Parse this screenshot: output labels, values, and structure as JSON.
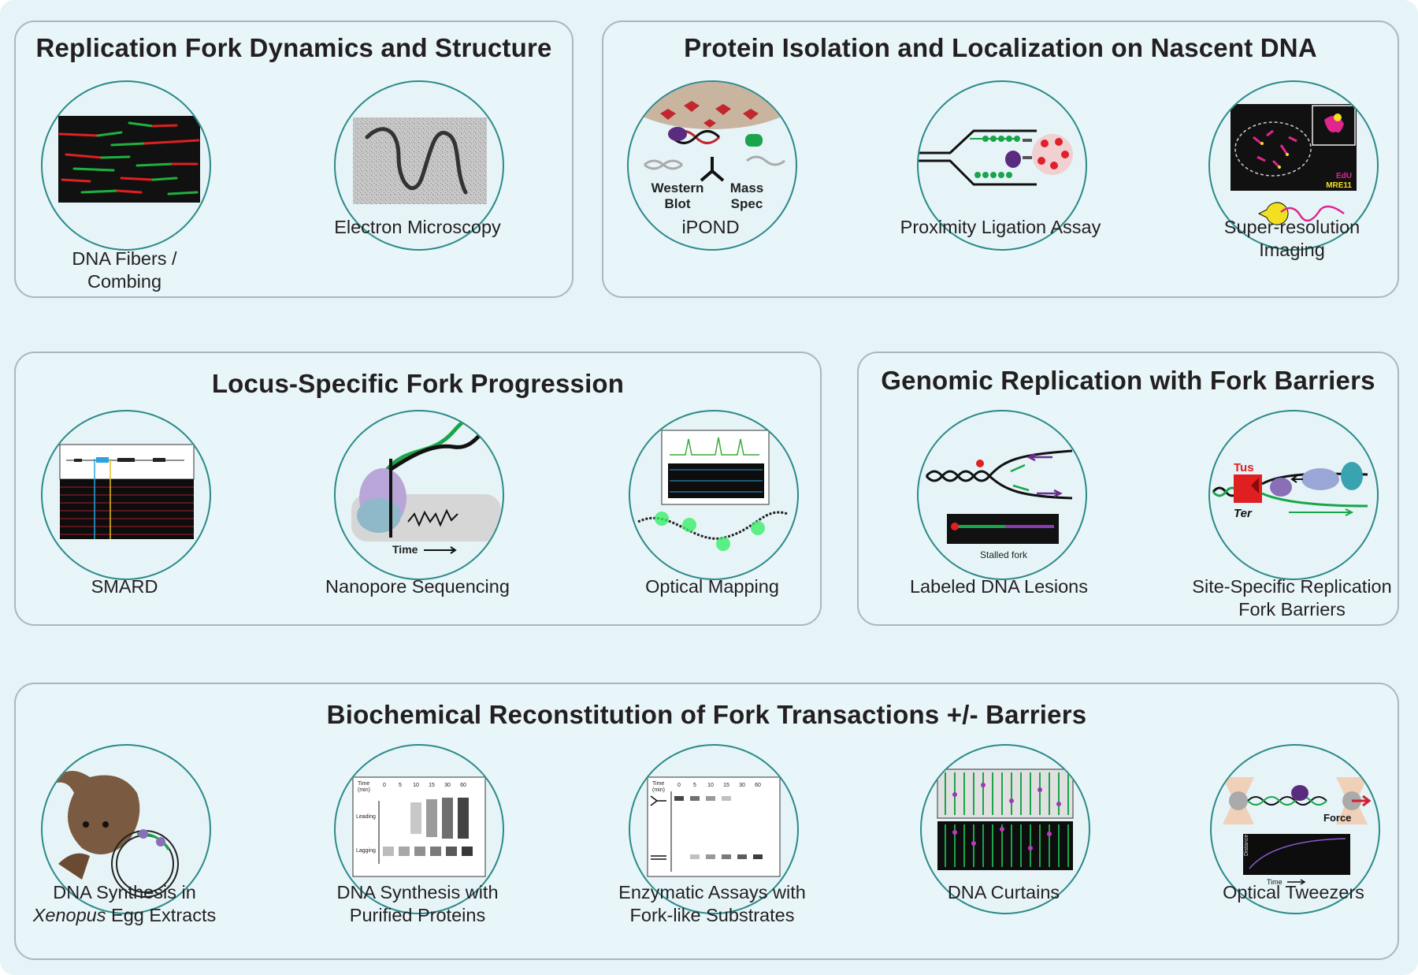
{
  "panels": {
    "fork_dynamics": {
      "title": "Replication Fork Dynamics and Structure",
      "items": [
        {
          "line1": "DNA Fibers /",
          "line2": "Combing"
        },
        {
          "line1": "Electron Microscopy",
          "line2": ""
        }
      ]
    },
    "protein_isolation": {
      "title": "Protein Isolation and Localization on Nascent DNA",
      "items": [
        {
          "line1": "iPOND",
          "line2": "",
          "inner": {
            "western": "Western",
            "blot": "Blot",
            "mass": "Mass",
            "spec": "Spec"
          }
        },
        {
          "line1": "Proximity Ligation Assay",
          "line2": ""
        },
        {
          "line1": "Super-resolution",
          "line2": "Imaging",
          "inner": {
            "edu": "EdU",
            "mre11": "MRE11"
          }
        }
      ]
    },
    "locus_specific": {
      "title": "Locus-Specific Fork Progression",
      "items": [
        {
          "line1": "SMARD",
          "line2": ""
        },
        {
          "line1": "Nanopore Sequencing",
          "line2": "",
          "inner": {
            "time": "Time"
          }
        },
        {
          "line1": "Optical Mapping",
          "line2": ""
        }
      ]
    },
    "genomic_barriers": {
      "title": "Genomic Replication with Fork Barriers",
      "items": [
        {
          "line1": "Labeled DNA Lesions",
          "line2": "",
          "inner": {
            "stalled": "Stalled fork"
          }
        },
        {
          "line1": "Site-Specific Replication",
          "line2": "Fork Barriers",
          "inner": {
            "tus": "Tus",
            "ter": "Ter"
          }
        }
      ]
    },
    "biochemical": {
      "title": "Biochemical Reconstitution of Fork Transactions +/- Barriers",
      "items": [
        {
          "line1": "DNA Synthesis in",
          "line2_italic": "Xenopus",
          "line2_rest": " Egg Extracts"
        },
        {
          "line1": "DNA Synthesis with",
          "line2": "Purified Proteins",
          "inner": {
            "time": "Time",
            "unit": "(min)",
            "ticks": [
              "0",
              "5",
              "10",
              "15",
              "30",
              "60"
            ],
            "leading": "Leading",
            "lagging": "Lagging"
          }
        },
        {
          "line1": "Enzymatic Assays with",
          "line2": "Fork-like Substrates",
          "inner": {
            "time": "Time",
            "unit": "(min)",
            "ticks": [
              "0",
              "5",
              "10",
              "15",
              "30",
              "60"
            ]
          }
        },
        {
          "line1": "DNA Curtains",
          "line2": ""
        },
        {
          "line1": "Optical Tweezers",
          "line2": "",
          "inner": {
            "force": "Force",
            "time": "Time",
            "distance": "Distance"
          }
        }
      ]
    }
  },
  "colors": {
    "background": "#e6f4f8",
    "circle_border": "#2c8a88",
    "dna_green": "#1aa54a",
    "lesion_red": "#d9202c",
    "purple": "#6a2c8f"
  }
}
